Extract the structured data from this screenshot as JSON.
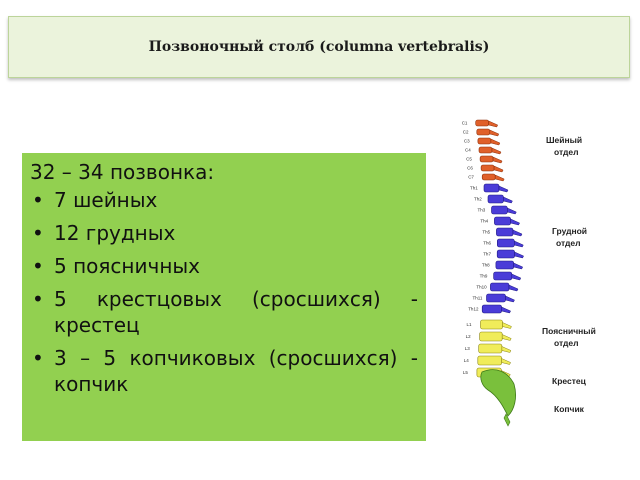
{
  "title": "Позвоночный столб (columna vertebralis)",
  "content": {
    "lead": "32 – 34 позвонка:",
    "items": [
      "7 шейных",
      "12 грудных",
      "5 поясничных",
      "5 крестцовых (сросшихся) - крестец",
      "3 – 5 копчиковых (сросшихся) - копчик"
    ]
  },
  "figure": {
    "labels": {
      "cervical_1": "Шейный",
      "cervical_2": "отдел",
      "thoracic_1": "Грудной",
      "thoracic_2": "отдел",
      "lumbar_1": "Поясничный",
      "lumbar_2": "отдел",
      "sacrum": "Крестец",
      "coccyx": "Копчик"
    },
    "numbers": [
      "C1",
      "C2",
      "C3",
      "C4",
      "C5",
      "C6",
      "C7",
      "Th1",
      "Th2",
      "Th3",
      "Th4",
      "Th5",
      "Th6",
      "Th7",
      "Th8",
      "Th9",
      "Th10",
      "Th11",
      "Th12",
      "L1",
      "L2",
      "L3",
      "L4",
      "L5"
    ],
    "colors": {
      "cervical": "#e0602a",
      "thoracic": "#4a3cd8",
      "lumbar": "#f0ec5a",
      "sacrum": "#7ac03c"
    }
  }
}
